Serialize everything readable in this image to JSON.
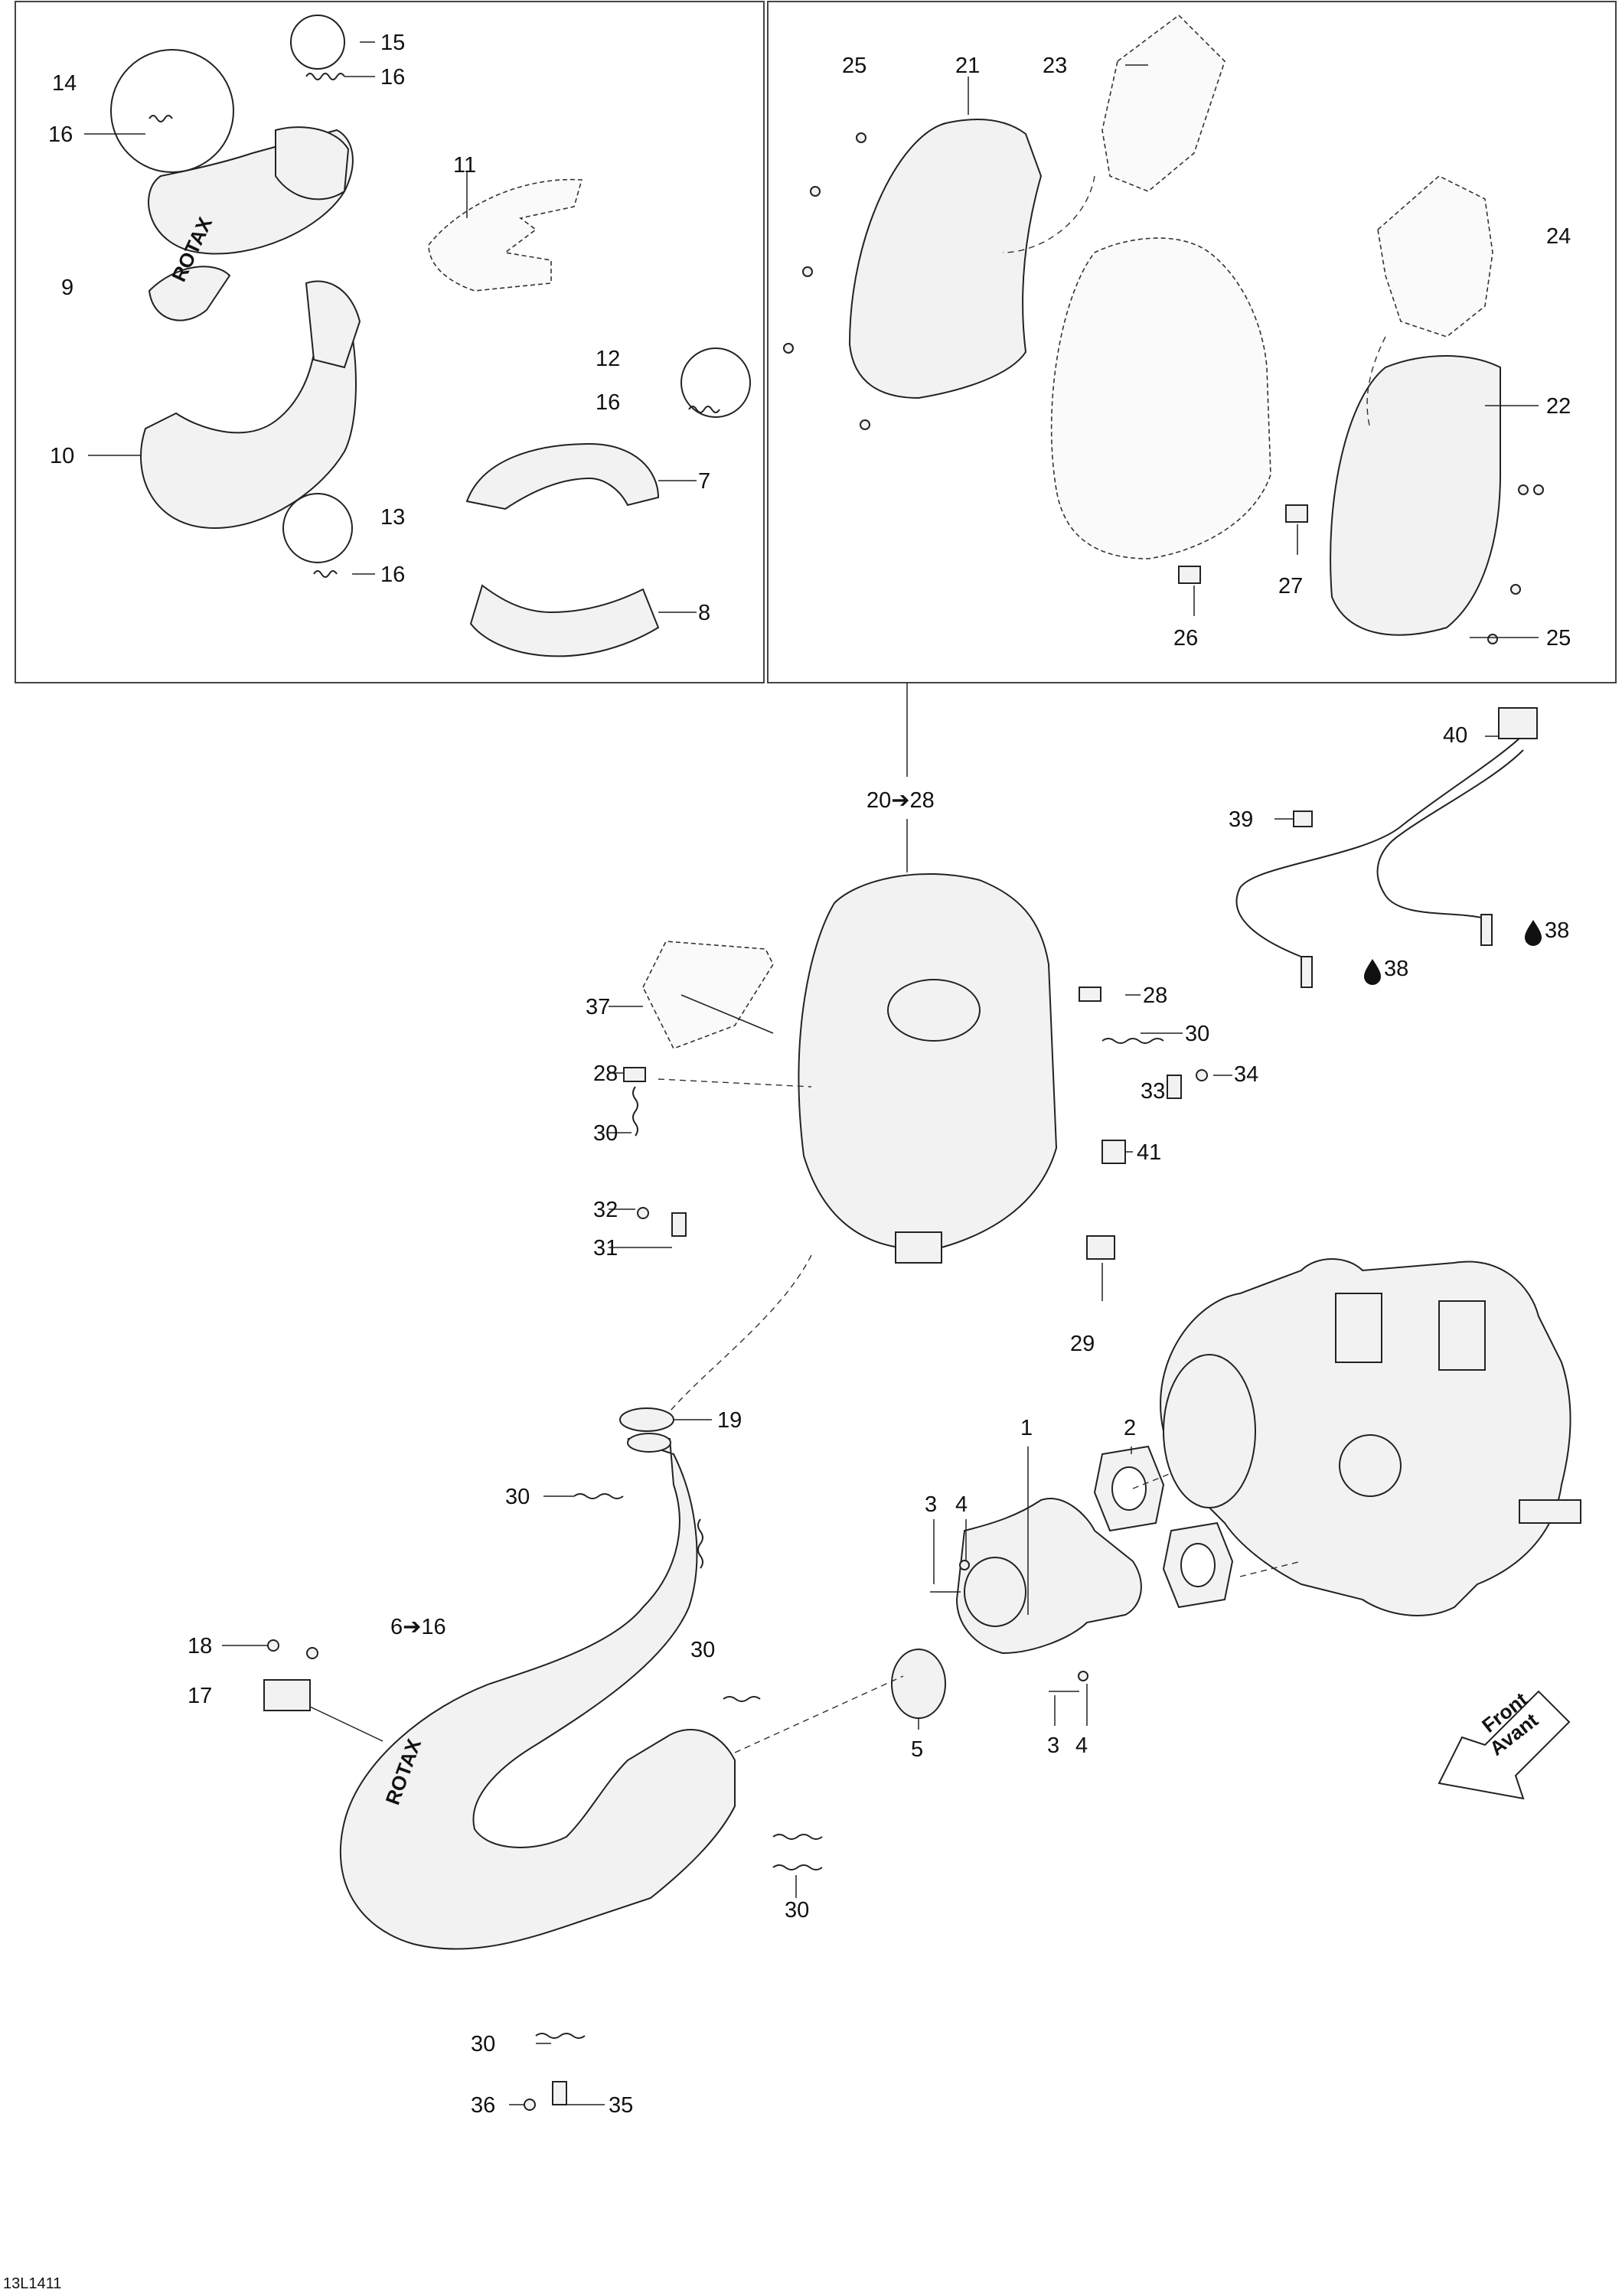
{
  "labels": {
    "p1": "1",
    "p2": "2",
    "p3a": "3",
    "p4a": "4",
    "p3b": "3",
    "p4b": "4",
    "p5": "5",
    "p6": "6➔16",
    "p7": "7",
    "p8": "8",
    "p9": "9",
    "p10": "10",
    "p11": "11",
    "p12": "12",
    "p13": "13",
    "p14": "14",
    "p15": "15",
    "p16a": "16",
    "p16b": "16",
    "p16c": "16",
    "p16d": "16",
    "p17": "17",
    "p18": "18",
    "p19": "19",
    "p20": "20➔28",
    "p21": "21",
    "p22": "22",
    "p23": "23",
    "p24": "24",
    "p25a": "25",
    "p25b": "25",
    "p26": "26",
    "p27": "27",
    "p28a": "28",
    "p28b": "28",
    "p29": "29",
    "p30a": "30",
    "p30b": "30",
    "p30c": "30",
    "p30d": "30",
    "p30e": "30",
    "p30f": "30",
    "p31": "31",
    "p32": "32",
    "p33": "33",
    "p34": "34",
    "p35": "35",
    "p36": "36",
    "p37": "37",
    "p38a": "38",
    "p38b": "38",
    "p39": "39",
    "p40": "40",
    "p41": "41"
  },
  "direction_arrow": {
    "line1": "Front",
    "line2": "Avant"
  },
  "drawing_id": "13L1411",
  "logo_text": "ROTAX",
  "icons": {
    "lubricant": "oil-drop-icon"
  }
}
